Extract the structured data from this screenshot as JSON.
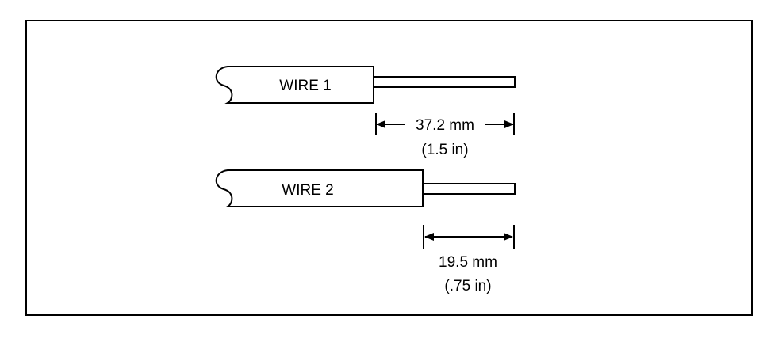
{
  "wire1": {
    "label": "WIRE 1",
    "strip_length_mm": "37.2 mm",
    "strip_length_in": "(1.5 in)"
  },
  "wire2": {
    "label": "WIRE 2",
    "strip_length_mm": "19.5 mm",
    "strip_length_in": "(.75 in)"
  },
  "colors": {
    "line": "#000000",
    "background": "#ffffff"
  }
}
